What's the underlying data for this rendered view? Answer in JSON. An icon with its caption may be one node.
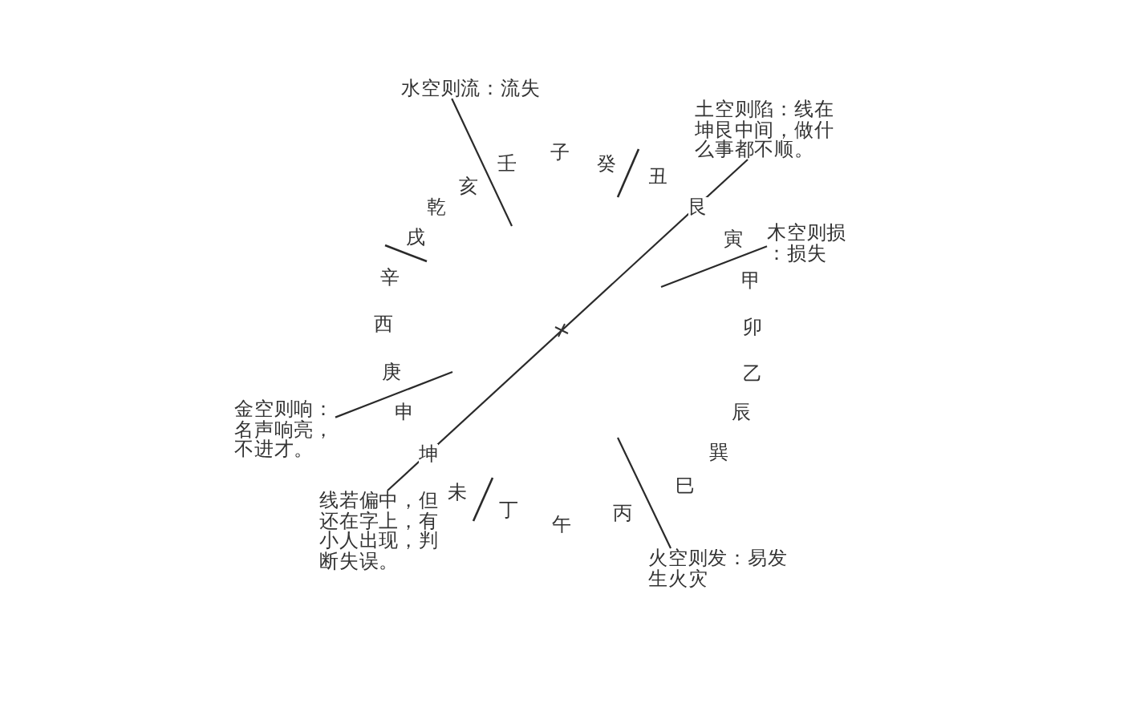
{
  "diagram": {
    "nodes": [
      {
        "text": [
          "水空则流：流失"
        ]
      },
      {
        "text": [
          "土空则陷：线在坤艮中间，做什么事都不顺。"
        ]
      },
      {
        "text": [
          "木空则损：损失"
        ]
      },
      {
        "text": [
          "金空则响：名声响亮，不进才。"
        ]
      },
      {
        "text": [
          "线若偏中，但还在字上，有小人出现，判断失误。"
        ]
      },
      {
        "text": [
          "火空则发：易发生火灾"
        ]
      }
    ],
    "edges": [
      {
        "from": 0,
        "to": null,
        "arrow": "none"
      },
      {
        "from": 1,
        "to": 4,
        "arrow": "none"
      },
      {
        "from": 2,
        "to": null,
        "arrow": "none"
      },
      {
        "from": 3,
        "to": null,
        "arrow": "none"
      },
      {
        "from": 5,
        "to": null,
        "arrow": "none"
      }
    ],
    "labels": [
      "子",
      "癸",
      "丑",
      "艮",
      "寅",
      "甲",
      "卯",
      "乙",
      "辰",
      "巽",
      "巳",
      "丙",
      "午",
      "丁",
      "未",
      "坤",
      "申",
      "庚",
      "西",
      "辛",
      "戌",
      "乾",
      "亥",
      "壬"
    ]
  }
}
